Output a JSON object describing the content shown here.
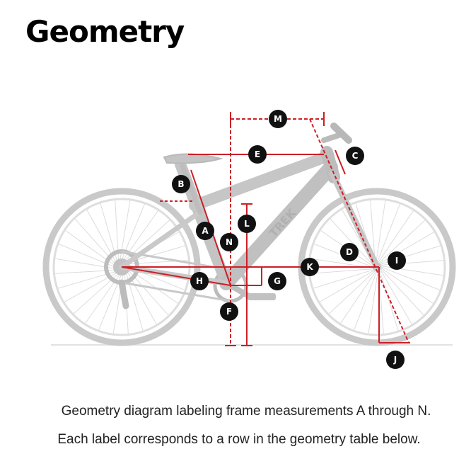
{
  "heading": "Geometry",
  "caption": {
    "line1": "Geometry diagram labeling frame measurements A through N.",
    "line2": "Each label corresponds to a row in the geometry table below."
  },
  "frame_brand": "TREK",
  "labels": {
    "A": "A",
    "B": "B",
    "C": "C",
    "D": "D",
    "E": "E",
    "F": "F",
    "G": "G",
    "H": "H",
    "I": "I",
    "J": "J",
    "K": "K",
    "L": "L",
    "M": "M",
    "N": "N"
  },
  "colors": {
    "measure_red": "#cc1f26",
    "bike_gray": "#c8c8c8",
    "bike_dark": "#a9a9a9",
    "label_fill": "#111111"
  }
}
